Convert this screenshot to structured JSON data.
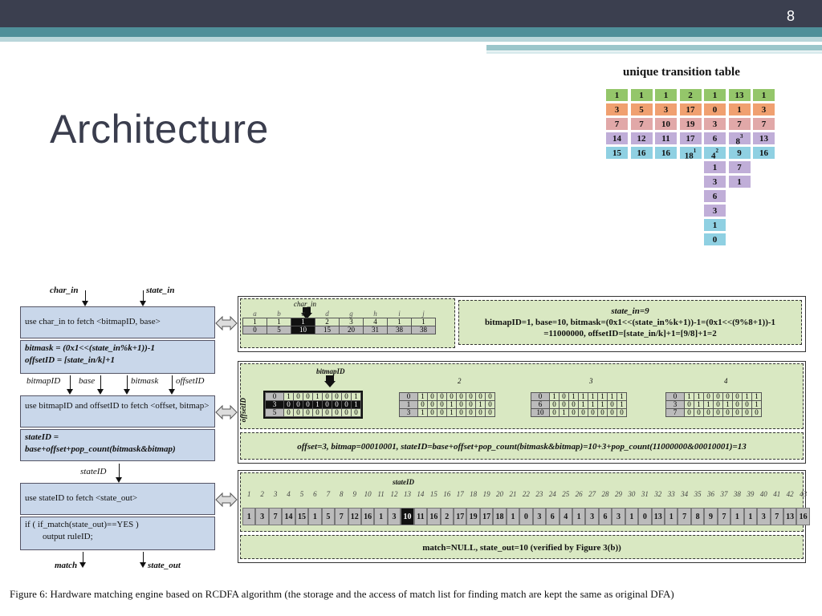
{
  "slide": {
    "number": "8",
    "title": "Architecture"
  },
  "utt": {
    "title": "unique transition table",
    "rows": [
      [
        "1",
        "1",
        "1",
        "2",
        "1",
        "13",
        "1"
      ],
      [
        "3",
        "5",
        "3",
        "17",
        "0",
        "1",
        "3"
      ],
      [
        "7",
        "7",
        "10",
        "19",
        "3",
        "7",
        "7"
      ],
      [
        "14",
        "12",
        "11",
        "17",
        "6",
        "8",
        "13"
      ],
      [
        "15",
        "16",
        "16",
        "18",
        "4",
        "9",
        "16"
      ]
    ],
    "tail": [
      [
        "1",
        "7"
      ],
      [
        "3",
        "1"
      ],
      [
        "6",
        ""
      ],
      [
        "3",
        ""
      ],
      [
        "1",
        ""
      ],
      [
        "0",
        ""
      ]
    ],
    "sup1": "1",
    "sup2": "2",
    "sup3": "3"
  },
  "diagram": {
    "char_in": "char_in",
    "state_in": "state_in",
    "box1": "use char_in to fetch <bitmapID, base>",
    "box2a": "bitmask = (0x1<<(state_in%k+1))-1",
    "box2b": "offsetID = [state_in/k]+1",
    "mid_labels": [
      "bitmapID",
      "base",
      "bitmask",
      "offsetID"
    ],
    "box3": "use bitmapID and offsetID to fetch <offset, bitmap>",
    "box4a": "stateID =",
    "box4b": "base+offset+pop_count(bitmask&bitmap)",
    "stateid_label": "stateID",
    "box5": "use stateID to fetch <state_out>",
    "box6a": "if ( if_match(state_out)==YES )",
    "box6b": "output ruleID;",
    "match": "match",
    "state_out": "state_out",
    "p1_char_label": "char_in",
    "p1_head": [
      "a",
      "b",
      "c",
      "d",
      "g",
      "h",
      "i",
      "j"
    ],
    "p1_row1": [
      "1",
      "1",
      "1",
      "2",
      "3",
      "4",
      "1",
      "1"
    ],
    "p1_row2": [
      "0",
      "5",
      "10",
      "15",
      "20",
      "31",
      "38",
      "38"
    ],
    "p1_eq1": "state_in=9",
    "p1_eq2": "bitmapID=1, base=10, bitmask=(0x1<<(state_in%k+1))-1=(0x1<<(9%8+1))-1",
    "p1_eq3": "=11000000, offsetID=[state_in/k]+1=[9/8]+1=2",
    "p2_label": "bitmapID",
    "p2_side": "offsetID",
    "p2_headers": [
      "1",
      "2",
      "3",
      "4"
    ],
    "p2_eq": "offset=3, bitmap=00010001, stateID=base+offset+pop_count(bitmask&bitmap)=10+3+pop_count(11000000&00010001)=13",
    "p3_label": "stateID",
    "p3_seq": [
      "1",
      "3",
      "7",
      "14",
      "15",
      "1",
      "5",
      "7",
      "12",
      "16",
      "1",
      "3",
      "10",
      "11",
      "16",
      "2",
      "17",
      "19",
      "17",
      "18",
      "1",
      "0",
      "3",
      "6",
      "4",
      "1",
      "3",
      "6",
      "3",
      "1",
      "0",
      "13",
      "1",
      "7",
      "8",
      "9",
      "7",
      "1",
      "1",
      "3",
      "7",
      "13",
      "16"
    ],
    "p3_eq": "match=NULL, state_out=10 (verified by Figure 3(b))"
  },
  "caption": "Figure 6: Hardware matching engine based on RCDFA algorithm (the storage and the access of match list for finding match are kept the same as original DFA)"
}
